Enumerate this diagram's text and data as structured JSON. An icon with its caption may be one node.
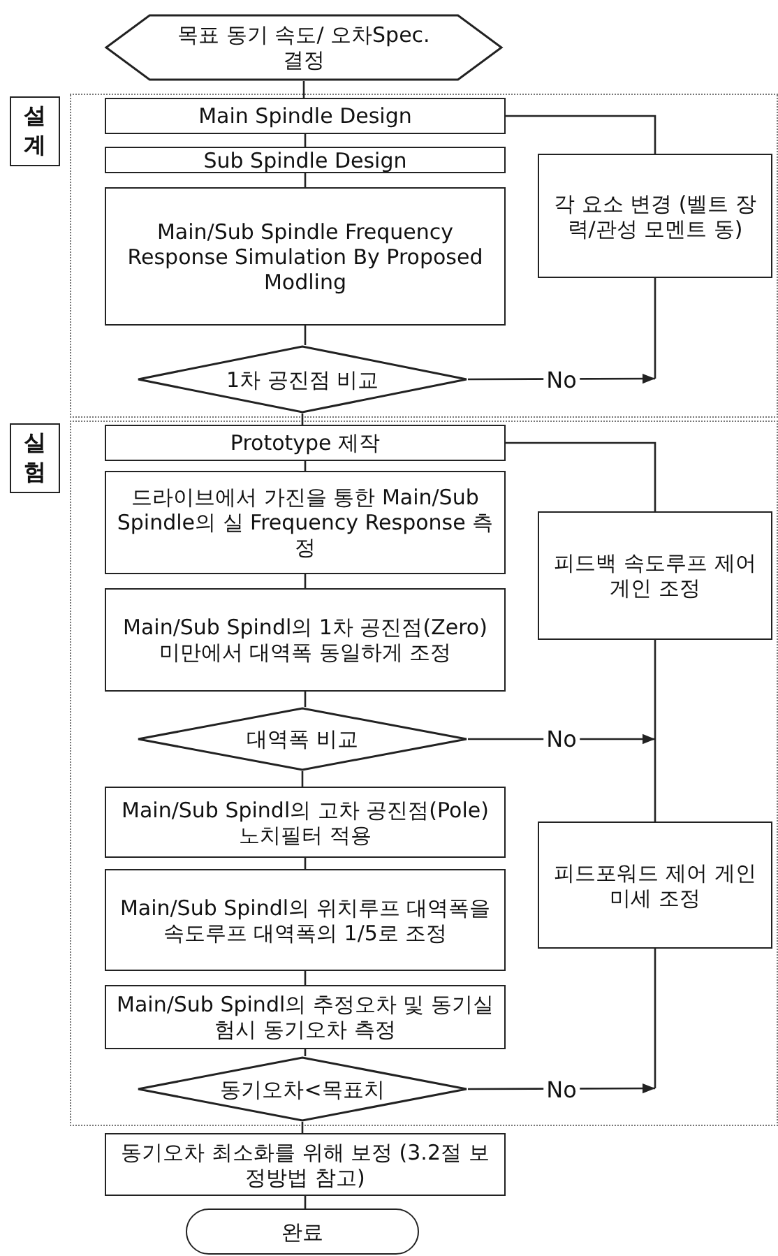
{
  "diagram": {
    "nodes": [
      {
        "text": [
          "목표 동기 속도/ 오차Spec. 결정"
        ]
      },
      {
        "text": [
          "설계"
        ]
      },
      {
        "text": [
          "Main Spindle Design"
        ],
        "in": 1
      },
      {
        "text": [
          "Sub Spindle Design"
        ],
        "in": 1
      },
      {
        "text": [
          "Main/Sub Spindle Frequency Response Simulation By Proposed Modling"
        ],
        "in": 1
      },
      {
        "text": [
          "1차 공진점 비교"
        ],
        "in": 1
      },
      {
        "text": [
          "각 요소 변경 (벨트 장력/관성 모멘트 동)"
        ],
        "in": 1
      },
      {
        "text": [
          "실험"
        ]
      },
      {
        "text": [
          "Prototype 제작"
        ],
        "in": 7
      },
      {
        "text": [
          "드라이브에서 가진을 통한 Main/Sub Spindle의 실 Frequency Response 측정"
        ],
        "in": 7
      },
      {
        "text": [
          "Main/Sub Spindl의 1차 공진점(Zero) 미만에서 대역폭 동일하게 조정"
        ],
        "in": 7
      },
      {
        "text": [
          "대역폭 비교"
        ],
        "in": 7
      },
      {
        "text": [
          "피드백 속도루프 제어 게인 조정"
        ],
        "in": 7
      },
      {
        "text": [
          "Main/Sub Spindl의 고차 공진점(Pole) 노치필터 적용"
        ],
        "in": 7
      },
      {
        "text": [
          "Main/Sub Spindl의 위치루프 대역폭을 속도루프 대역폭의 1/5로 조정"
        ],
        "in": 7
      },
      {
        "text": [
          "피드포워드 제어 게인 미세 조정"
        ],
        "in": 7
      },
      {
        "text": [
          "Main/Sub Spindl의 추정오차 및 동기실험시 동기오차 측정"
        ],
        "in": 7
      },
      {
        "text": [
          "동기오차<목표치"
        ],
        "in": 7
      },
      {
        "text": [
          "동기오차 최소화를 위해 보정 (3.2절 보정방법 참고)"
        ]
      },
      {
        "text": [
          "완료"
        ]
      }
    ],
    "edges": [
      {
        "from": 0,
        "to": 2,
        "arrow": "none"
      },
      {
        "from": 2,
        "to": 3,
        "arrow": "none"
      },
      {
        "from": 3,
        "to": 4,
        "arrow": "none"
      },
      {
        "from": 4,
        "to": 5,
        "arrow": "none"
      },
      {
        "from": 5,
        "to": null,
        "arrow": "to",
        "label": "No"
      },
      {
        "from": 6,
        "to": 2,
        "arrow": "none"
      },
      {
        "from": 5,
        "to": 8,
        "arrow": "none"
      },
      {
        "from": 8,
        "to": 9,
        "arrow": "none"
      },
      {
        "from": 9,
        "to": 10,
        "arrow": "none"
      },
      {
        "from": 10,
        "to": 11,
        "arrow": "none"
      },
      {
        "from": 11,
        "to": 13,
        "arrow": "none"
      },
      {
        "from": 13,
        "to": 14,
        "arrow": "none"
      },
      {
        "from": 14,
        "to": 16,
        "arrow": "none"
      },
      {
        "from": 16,
        "to": 17,
        "arrow": "none"
      },
      {
        "from": 17,
        "to": 18,
        "arrow": "none"
      },
      {
        "from": 18,
        "to": 19,
        "arrow": "none"
      },
      {
        "from": 11,
        "to": null,
        "arrow": "to",
        "label": "No"
      },
      {
        "from": 12,
        "to": 8,
        "arrow": "none"
      },
      {
        "from": 17,
        "to": null,
        "arrow": "to",
        "label": "No"
      },
      {
        "from": 15,
        "to": 12,
        "arrow": "none"
      },
      {
        "from": 6,
        "to": null,
        "arrow": "none"
      },
      {
        "from": 15,
        "to": null,
        "arrow": "none"
      }
    ]
  }
}
